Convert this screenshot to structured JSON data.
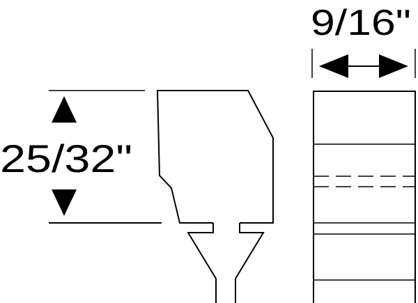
{
  "dimensions": {
    "height_label": "25/32\"",
    "width_label": "9/16\""
  },
  "colors": {
    "line": "#000000",
    "background": "#ffffff"
  },
  "views": [
    "profile-view",
    "end-view"
  ]
}
